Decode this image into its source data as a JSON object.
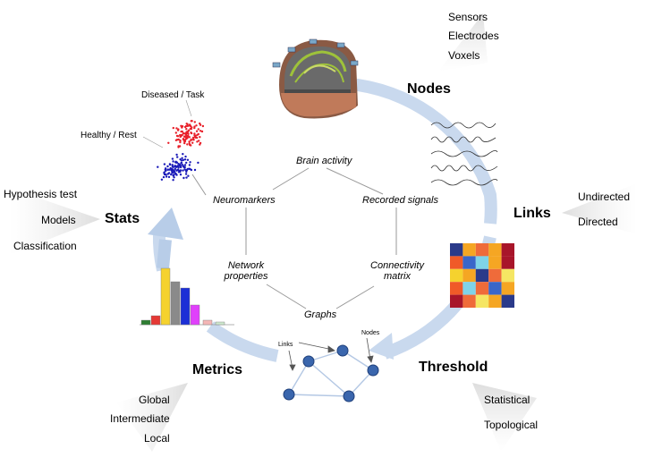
{
  "stages": {
    "nodes": "Nodes",
    "links": "Links",
    "threshold": "Threshold",
    "metrics": "Metrics",
    "stats": "Stats"
  },
  "nodes_options": [
    "Sensors",
    "Electrodes",
    "Voxels"
  ],
  "links_options": [
    "Undirected",
    "Directed"
  ],
  "threshold_options": [
    "Statistical",
    "Topological"
  ],
  "metrics_options": [
    "Global",
    "Intermediate",
    "Local"
  ],
  "stats_options": [
    "Hypothesis test",
    "Models",
    "Classification"
  ],
  "inner": {
    "brain_activity": "Brain activity",
    "recorded_signals": "Recorded signals",
    "connectivity_matrix_1": "Connectivity",
    "connectivity_matrix_2": "matrix",
    "graphs": "Graphs",
    "network_properties_1": "Network",
    "network_properties_2": "properties",
    "neuromarkers": "Neuromarkers"
  },
  "scatter": {
    "diseased_label": "Diseased / Task",
    "healthy_label": "Healthy / Rest",
    "diseased_color": "#e8202a",
    "healthy_color": "#1a1ab8"
  },
  "graph_labels": {
    "links": "Links",
    "nodes": "Nodes"
  },
  "colors": {
    "arc": "#c9d9ee",
    "node_fill": "#3a66ad"
  },
  "histogram_colors": [
    "#2e7d32",
    "#e53935",
    "#f5d22e",
    "#8a8a8a",
    "#1c2fd6",
    "#e040fb",
    "#f4b6b6",
    "#cde8cd"
  ],
  "matrix_colors": [
    [
      "#2a3a8a",
      "#f5a623",
      "#ef6b3a",
      "#f5a623",
      "#a8152a"
    ],
    [
      "#f05a28",
      "#3a66c9",
      "#7fd3e8",
      "#f5a623",
      "#a8152a"
    ],
    [
      "#f5d22e",
      "#f5a623",
      "#2a3a8a",
      "#ef6b3a",
      "#f5e663"
    ],
    [
      "#f05a28",
      "#7fd3e8",
      "#ef6b3a",
      "#3a66c9",
      "#f5a623"
    ],
    [
      "#a8152a",
      "#ef6b3a",
      "#f5e663",
      "#f5a623",
      "#2a3a8a"
    ]
  ]
}
